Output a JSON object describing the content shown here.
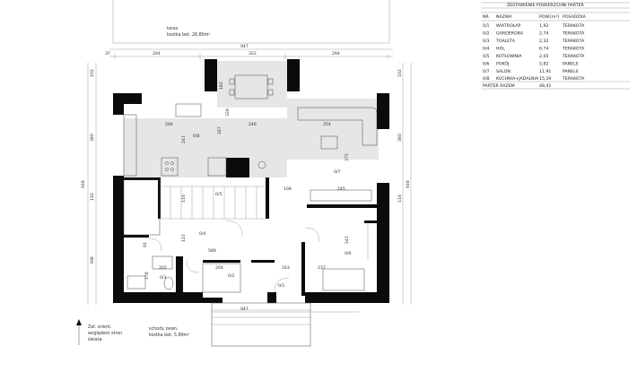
{
  "table": {
    "header_caption": "ZESTAWIENIE POWIERZCHNI PARTER",
    "columns": [
      "NR",
      "NAZWA",
      "POW.[m²]",
      "POSADZKA"
    ],
    "rows": [
      [
        "0/1",
        "WIATROŁAP",
        "1,92",
        "TERAKOTA"
      ],
      [
        "0/2",
        "GARDEROBA",
        "2,74",
        "TERAKOTA"
      ],
      [
        "0/3",
        "TOALETA",
        "2,32",
        "TERAKOTA"
      ],
      [
        "0/4",
        "HOL",
        "6,74",
        "TERAKOTA"
      ],
      [
        "0/5",
        "KOTŁOWNIA",
        "2,05",
        "TERAKOTA"
      ],
      [
        "0/6",
        "POKÓJ",
        "5,82",
        "PANELE"
      ],
      [
        "0/7",
        "SALON",
        "11,91",
        "PANELE"
      ],
      [
        "0/8",
        "KUCHNIA+JADALNIA",
        "15,29",
        "TERAKOTA"
      ]
    ],
    "total_label": "PARTER RAZEM",
    "total_value": "48,41"
  },
  "notes": {
    "taras_line1": "taras",
    "taras_line2": "kostka bet. 26,80m²",
    "schody_line1": "schody zewn.",
    "schody_line2": "kostka bet. 5,89m²",
    "orient_line1": "Zał. orient.",
    "orient_line2": "względem stron",
    "orient_line3": "świata"
  },
  "rooms": {
    "r08": "0/8",
    "r07": "0/7",
    "r05": "0/5",
    "r04": "0/4",
    "r06": "0/6",
    "r03": "0/3",
    "r02": "0/2",
    "r01": "0/1"
  },
  "dims": {
    "top_total": "947",
    "top_left_wall": "37",
    "top_seg1": "294",
    "top_seg2": "322",
    "top_seg3": "294",
    "left_outer_total": "918",
    "right_outer_total": "918",
    "left_seg1": "102",
    "left_seg2": "380",
    "left_seg3": "116",
    "left_seg4": "308",
    "right_seg1": "102",
    "right_seg2": "380",
    "right_seg3": "116",
    "bottom_total": "947",
    "kitchen_w": "294",
    "kitchen_w2": "246",
    "kitchen_h": "241",
    "kitchen_h2": "187",
    "dining_h": "182",
    "col_339": "339",
    "salon_w": "254",
    "salon_h": "375",
    "hall_108": "108",
    "room_245": "245",
    "boiler_h": "110",
    "hall_589": "589",
    "hall_123": "123",
    "hall_91": "91",
    "wc_w": "202",
    "wc_h": "178",
    "gar_w": "204",
    "ves_w": "163",
    "room6_w": "237",
    "room6_h": "241"
  }
}
